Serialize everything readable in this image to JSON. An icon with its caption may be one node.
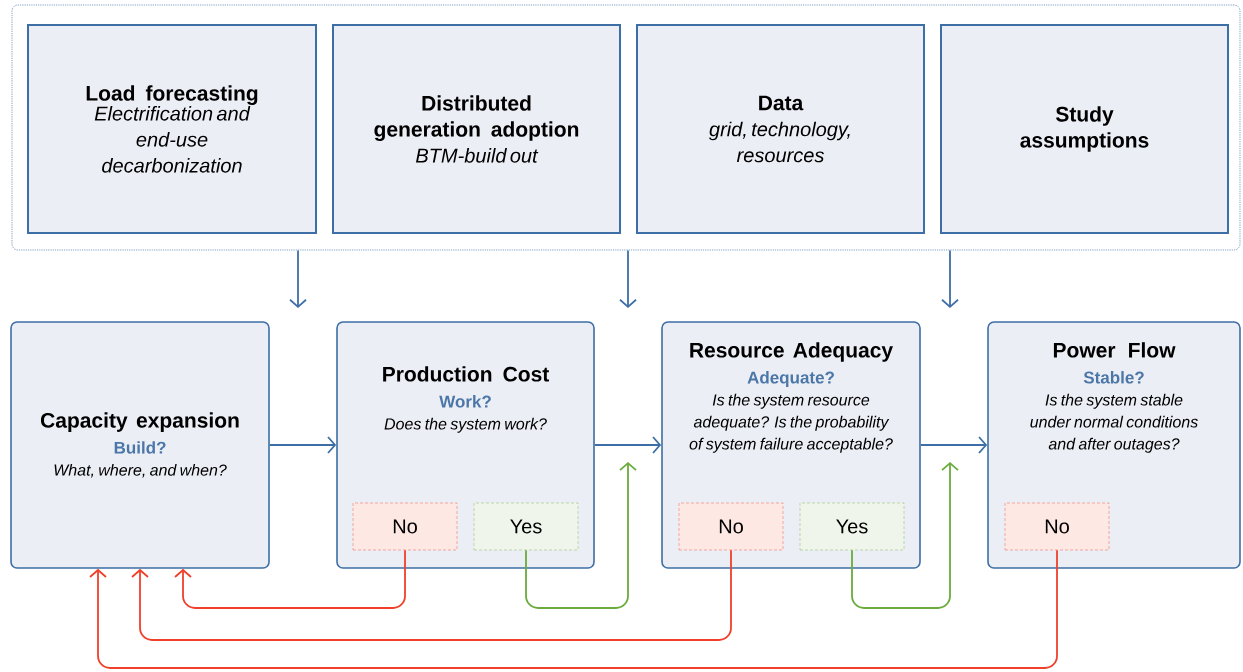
{
  "diagram": {
    "nodes": [
      {
        "text": [],
        "shape": "box"
      },
      {
        "text": [
          "Load forecasting",
          "Electrification and end-use decarbonization"
        ],
        "in": 0
      },
      {
        "text": [
          "Distributed generation adoption",
          "BTM-build out"
        ],
        "in": 0
      },
      {
        "text": [
          "Data",
          "grid, technology, resources"
        ],
        "in": 0
      },
      {
        "text": [
          "Study assumptions"
        ],
        "in": 0
      },
      {
        "text": [
          "Capacity expansion",
          "Build?",
          "What, where, and when?"
        ]
      },
      {
        "text": [
          "Production Cost",
          "Work?",
          "Does the system work?"
        ]
      },
      {
        "text": [
          "No"
        ],
        "in": 6
      },
      {
        "text": [
          "Yes"
        ],
        "in": 6
      },
      {
        "text": [
          "Resource Adequacy",
          "Adequate?",
          "Is the system resource adequate? Is the probability of system failure acceptable?"
        ]
      },
      {
        "text": [
          "No"
        ],
        "in": 9
      },
      {
        "text": [
          "Yes"
        ],
        "in": 9
      },
      {
        "text": [
          "Power Flow",
          "Stable?",
          "Is the system stable under normal conditions and after outages?"
        ]
      },
      {
        "text": [
          "No"
        ],
        "in": 12
      }
    ],
    "edges": [
      {
        "from": 0,
        "to": null,
        "arrow": "to"
      },
      {
        "from": 0,
        "to": null,
        "arrow": "to"
      },
      {
        "from": 0,
        "to": null,
        "arrow": "to"
      },
      {
        "from": 5,
        "to": 6,
        "arrow": "to"
      },
      {
        "from": 6,
        "to": 9,
        "arrow": "to"
      },
      {
        "from": 9,
        "to": 12,
        "arrow": "to"
      },
      {
        "from": 7,
        "to": 5,
        "arrow": "to",
        "color": "#f0402a"
      },
      {
        "from": 8,
        "to": null,
        "arrow": "to",
        "color": "#6aab3c"
      },
      {
        "from": 10,
        "to": 5,
        "arrow": "to",
        "color": "#f0402a"
      },
      {
        "from": 11,
        "to": null,
        "arrow": "to",
        "color": "#6aab3c"
      },
      {
        "from": 13,
        "to": 5,
        "arrow": "to",
        "color": "#f0402a"
      }
    ]
  }
}
